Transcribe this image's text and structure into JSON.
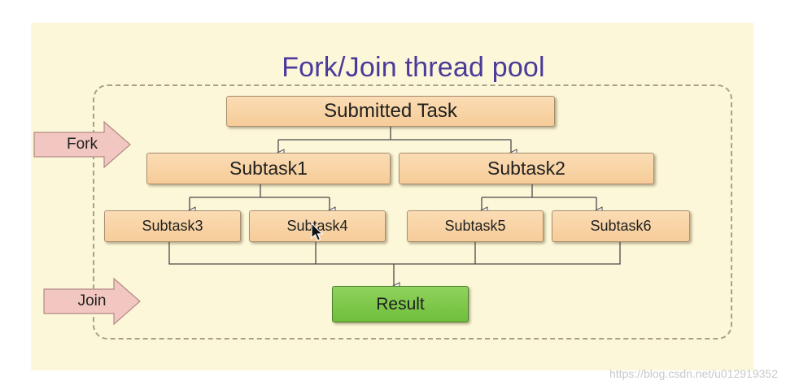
{
  "diagram": {
    "title": "Fork/Join thread pool",
    "submitted_task": "Submitted Task",
    "subtask1": "Subtask1",
    "subtask2": "Subtask2",
    "subtask3": "Subtask3",
    "subtask4": "Subtask4",
    "subtask5": "Subtask5",
    "subtask6": "Subtask6",
    "result": "Result",
    "fork_label": "Fork",
    "join_label": "Join"
  },
  "watermark": "https://blog.csdn.net/u012919352",
  "colors": {
    "panel_background": "#fbf7d8",
    "title": "#4b3a9a",
    "task_fill": "#f8d3a6",
    "result_fill": "#7cc84a",
    "arrow_fill": "#f2c6c1",
    "connector": "#4a4a4a"
  }
}
